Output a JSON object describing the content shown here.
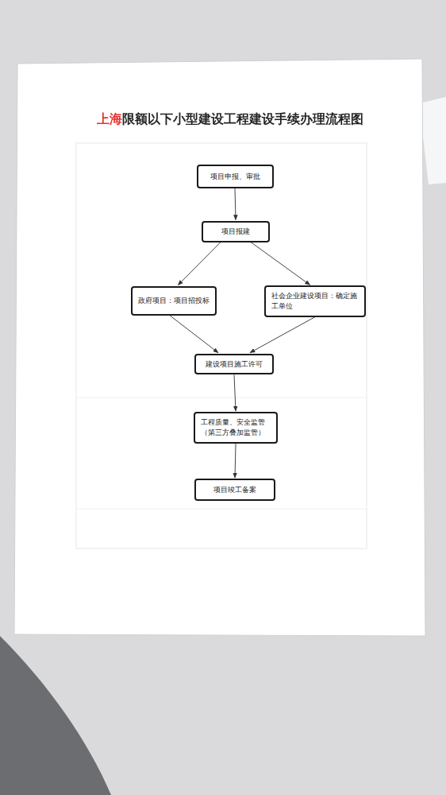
{
  "diagram": {
    "title": "上海限额以下小型建设工程建设手续办理流程图",
    "nodes": [
      {
        "text": [
          "项目申报、审批"
        ]
      },
      {
        "text": [
          "项目报建"
        ]
      },
      {
        "text": [
          "政府项目：项目招投标"
        ]
      },
      {
        "text": [
          "社会企业建设项目：确定施工单位"
        ]
      },
      {
        "text": [
          "建设项目施工许可"
        ]
      },
      {
        "text": [
          "工程质量、安全监管 （第三方叠加监管）"
        ]
      },
      {
        "text": [
          "项目竣工备案"
        ]
      }
    ],
    "edges": [
      {
        "from": 0,
        "to": 1,
        "arrow": "to"
      },
      {
        "from": 1,
        "to": 2,
        "arrow": "to"
      },
      {
        "from": 1,
        "to": 3,
        "arrow": "to"
      },
      {
        "from": 2,
        "to": 4,
        "arrow": "to"
      },
      {
        "from": 3,
        "to": 4,
        "arrow": "to"
      },
      {
        "from": 4,
        "to": 5,
        "arrow": "to"
      },
      {
        "from": 5,
        "to": 6,
        "arrow": "to"
      }
    ]
  }
}
